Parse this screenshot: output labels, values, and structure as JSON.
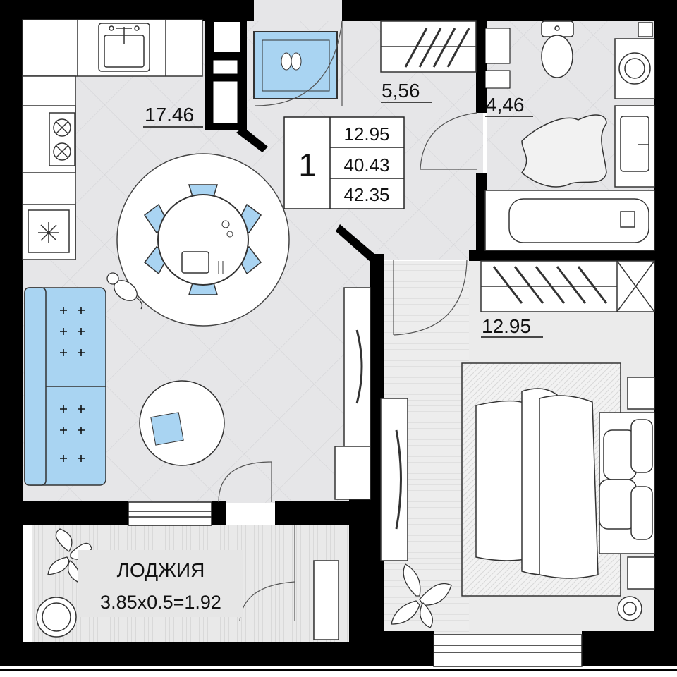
{
  "rooms": {
    "living_area": "17.46",
    "hall_area": "5,56",
    "bathroom_area": "4,46",
    "bedroom_area": "12.95"
  },
  "summary": {
    "rooms_count": "1",
    "living_total": "12.95",
    "total_area": "40.43",
    "total_with_loggia": "42.35"
  },
  "loggia": {
    "title": "ЛОДЖИЯ",
    "formula": "3.85x0.5=1.92"
  },
  "colors": {
    "wall": "#000000",
    "floor": "#e6e6e8",
    "furniture_accent": "#a9d4f2",
    "outline": "#3a3a3a"
  },
  "icons": [
    "sink-icon",
    "stove-icon",
    "fridge-snowflake-icon",
    "toilet-icon",
    "washing-machine-icon",
    "slippers-icon",
    "cat-icon",
    "plant-icon",
    "rug-icon"
  ]
}
